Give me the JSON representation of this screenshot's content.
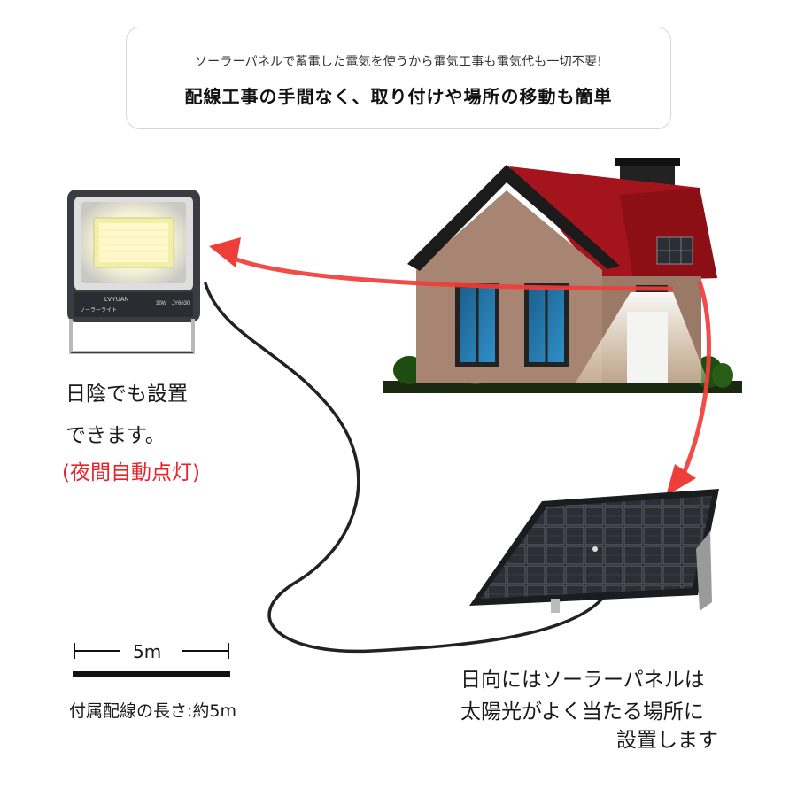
{
  "header": {
    "subtitle": "ソーラーパネルで蓄電した電気を使うから電気工事も電気代も一切不要!",
    "title": "配線工事の手間なく、取り付けや場所の移動も簡単"
  },
  "floodlight": {
    "brand": "LVYUAN",
    "label": "ソーラーライト",
    "wattage": "30W",
    "model": "JY6630"
  },
  "shade_note": {
    "line1": "日陰でも設置",
    "line2": "できます。",
    "line3": "(夜間自動点灯)"
  },
  "scale": {
    "label": "5m"
  },
  "cable_note": "付属配線の長さ:約5m",
  "sun_note": {
    "line1": "日向にはソーラーパネルは",
    "line2": "太陽光がよく当たる場所に",
    "line3": "設置します"
  },
  "colors": {
    "arrow": "#ef3e3a",
    "roof": "#a4141c",
    "wall": "#a88572",
    "accent_text": "#e8222b"
  }
}
